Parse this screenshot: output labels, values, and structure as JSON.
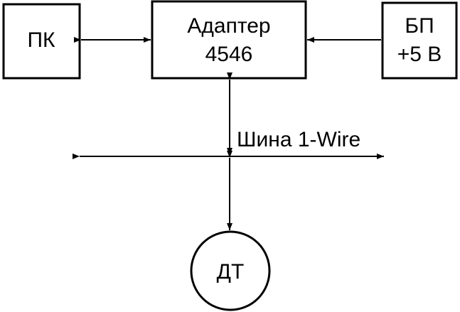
{
  "nodes": {
    "pc": {
      "label": "ПК"
    },
    "adapter": {
      "line1": "Адаптер",
      "line2": "4546"
    },
    "power": {
      "line1": "БП",
      "line2": "+5 В"
    },
    "sensor": {
      "label": "ДТ"
    }
  },
  "bus": {
    "label": "Шина 1-Wire"
  },
  "colors": {
    "stroke": "#000000",
    "background": "#ffffff"
  }
}
